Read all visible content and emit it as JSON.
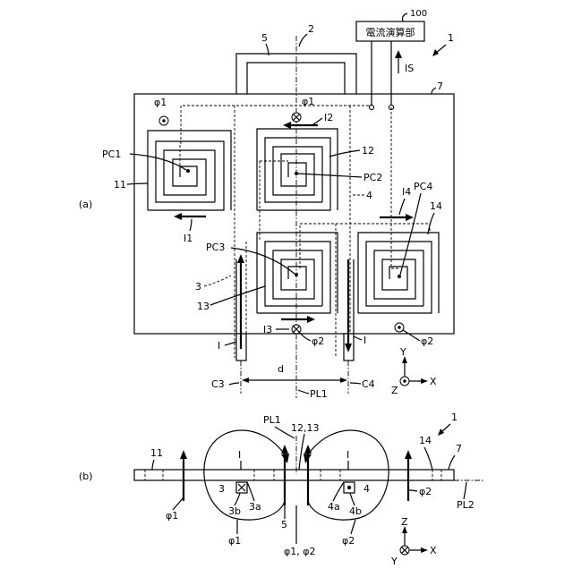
{
  "labels": {
    "ref_100": "100",
    "box_100": "電流演算部",
    "ref_1a": "1",
    "ref_2": "2",
    "ref_5": "5",
    "ref_7a": "7",
    "IS": "IS",
    "phi1_tl": "φ1",
    "phi1_top": "φ1",
    "I2": "I2",
    "PC1": "PC1",
    "ref_11a": "11",
    "I1": "I1",
    "ref_12": "12",
    "PC2": "PC2",
    "ref_4": "4",
    "part_a": "(a)",
    "PC4": "PC4",
    "I4": "I4",
    "ref_14a": "14",
    "PC3": "PC3",
    "ref_3": "3",
    "ref_13": "13",
    "I3": "I3",
    "phi2_bot": "φ2",
    "phi2_right": "φ2",
    "I_left": "I",
    "I_right": "I",
    "axisY_a": "Y",
    "axisX_a": "X",
    "axisZ_a": "Z",
    "d": "d",
    "C3": "C3",
    "C4": "C4",
    "PL1_a": "PL1",
    "PL1_b": "PL1",
    "ref_1213": "12,13",
    "ref_1b": "1",
    "ref_14b": "14",
    "ref_7b": "7",
    "ref_11b": "11",
    "part_b": "(b)",
    "I_b_left": "I",
    "I_b_right": "I",
    "ref_3b_num": "3",
    "ref_3b": "3b",
    "ref_3a": "3a",
    "ref_4a": "4a",
    "ref_4b": "4b",
    "ref_4_b": "4",
    "ref_5b": "5",
    "phi1_b_left": "φ1",
    "phi2_b_right": "φ2",
    "phi1_b_bottom": "φ1",
    "phi2_b_bottom": "φ2",
    "phi12_b": "φ1, φ2",
    "PL2": "PL2",
    "axisZ_b": "Z",
    "axisX_b": "X",
    "axisY_b": "Y"
  }
}
